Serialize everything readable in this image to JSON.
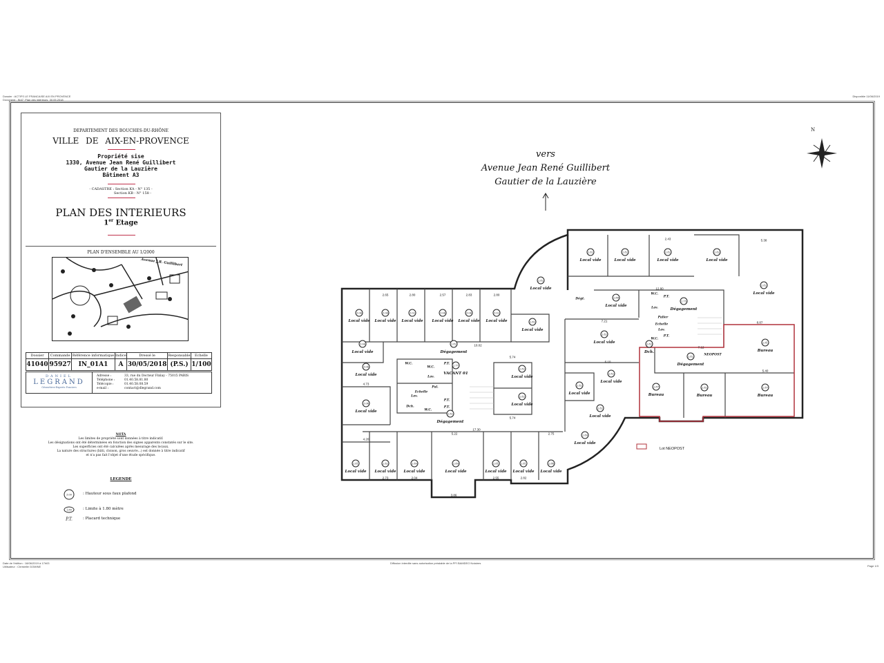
{
  "header": {
    "dossier": "Dossier : ACTIFS LE FRANCAISE AIX EN PROVENCE",
    "document": "Document : IN47_Plan des intérieurs_30.05.2018",
    "disponible": "Disponible 11/06/2019"
  },
  "footer": {
    "date": "Date de l'édition : 18/06/2019 à 17h03",
    "user": "Utilisateur : Christelle GOMINE",
    "notice": "Diffusion interdite sans autorisation préalable de la PFI BAMDEO Notaires",
    "page": "Page 1/3"
  },
  "cartouche": {
    "departement": "DEPARTEMENT DES BOUCHES-DU-RHÔNE",
    "ville": "VILLE DE AIX-EN-PROVENCE",
    "propriete": "Propriété sise",
    "adresse1": "1330, Avenue Jean René Guillibert",
    "adresse2": "Gautier de la Lauzière",
    "batiment": "Bâtiment A3",
    "cadastre1": "- CADASTRE : Section KA - N° 135 -",
    "cadastre2": "Section KB - N° 158 -",
    "titre": "PLAN DES INTERIEURS",
    "etage_num": "1",
    "etage_sup": "er",
    "etage": "Etage",
    "ensemble": "PLAN D'ENSEMBLE AU 1/2000",
    "map_street": "Avenue J.R. Guillibert"
  },
  "table": {
    "headers": [
      "Dossier",
      "Commande",
      "Référence informatique",
      "Indice",
      "Dressé le",
      "Responsable",
      "Echelle"
    ],
    "values": [
      "41040",
      "95927",
      "IN_01A1",
      "A",
      "30/05/2018",
      "(P.S.)",
      "1/100"
    ]
  },
  "legrand": {
    "name1": "DANIEL",
    "name2": "LEGRAND",
    "sub": "Géomètres-Experts Fonciers",
    "labels": [
      "Adresse :",
      "Téléphone :",
      "Télécopie :",
      "e-mail :"
    ],
    "values": [
      "33, rue du Docteur Finlay - 75015 PARIS",
      "01.40.58.81.80",
      "01.40.58.08.59",
      "contact@dlegrand.com"
    ]
  },
  "nota": {
    "title": "NOTA",
    "lines": [
      "Les limites de propriété sont données à titre indicatif.",
      "Les désignations ont été déterminées en fonction des signes apparents constatés sur le site.",
      "Les superficies ont été calculées après mesurage des locaux.",
      "La nature des structures (bâti, cloison, gros oeuvre...) est donnée à titre indicatif",
      "et n'a pas fait l'objet d'une étude spécifique."
    ]
  },
  "legende": {
    "title": "LEGENDE",
    "items": [
      {
        "symbol": "3.00",
        "text": ": Hauteur sous faux plafond"
      },
      {
        "symbol": "1.80",
        "text": ": Limite à 1.80 mètre"
      },
      {
        "symbol": "P.T.",
        "text": ": Placard technique"
      }
    ]
  },
  "vers": {
    "l1": "vers",
    "l2": "Avenue Jean René Guillibert",
    "l3": "Gautier de la Lauzière"
  },
  "north": "N",
  "lot": {
    "label": "Lot NEOPOST",
    "color": "#b0303a"
  },
  "rooms": [
    {
      "label": "Local vide",
      "h": "3.04"
    },
    {
      "label": "Local vide",
      "h": "3.04"
    },
    {
      "label": "Local vide",
      "h": "3.02"
    },
    {
      "label": "Local vide",
      "h": "3.04"
    },
    {
      "label": "Local vide",
      "h": "3.04"
    },
    {
      "label": "Local vide",
      "h": "3.02"
    },
    {
      "label": "Local vide",
      "h": "2.82"
    },
    {
      "label": "Local vide",
      "h": "3.04"
    },
    {
      "label": "Local vide",
      "h": "3.04"
    },
    {
      "label": "Local vide",
      "h": "3.04"
    },
    {
      "label": "VACANT 01",
      "h": "2.77"
    },
    {
      "label": "Local vide",
      "h": "2.82"
    },
    {
      "label": "Local vide",
      "h": "2.82"
    },
    {
      "label": "Dégagement",
      "h": "2.82"
    },
    {
      "label": "Dégagement",
      "h": "2.82"
    },
    {
      "label": "Local vide",
      "h": "2.81"
    },
    {
      "label": "Local vide",
      "h": "2.82"
    },
    {
      "label": "Local vide",
      "h": "2.80"
    },
    {
      "label": "Local vide",
      "h": "2.80"
    },
    {
      "label": "Local vide",
      "h": "2.81"
    },
    {
      "label": "Local vide",
      "h": "2.81"
    },
    {
      "label": "Local vide",
      "h": "2.84"
    },
    {
      "label": "Local vide",
      "h": "2.80"
    },
    {
      "label": "Local vide",
      "h": "2.82"
    },
    {
      "label": "Local vide",
      "h": "2.82"
    },
    {
      "label": "Local vide",
      "h": "2.82"
    },
    {
      "label": "Local vide",
      "h": "2.82"
    },
    {
      "label": "Local vide",
      "h": "2.82"
    },
    {
      "label": "Local vide",
      "h": "2.82"
    },
    {
      "label": "Local vide",
      "h": "2.88"
    },
    {
      "label": "Local vide",
      "h": "2.82"
    },
    {
      "label": "Local vide",
      "h": "2.82"
    },
    {
      "label": "Local vide",
      "h": "2.82"
    },
    {
      "label": "Local vide",
      "h": "2.82"
    },
    {
      "label": "Dégagement",
      "h": "2.75"
    },
    {
      "label": "Bureau",
      "h": "2.81"
    },
    {
      "label": "Dégagement",
      "h": "2.82"
    },
    {
      "label": "Dch.",
      "h": "2.82"
    },
    {
      "label": "Bureau",
      "h": "2.87"
    },
    {
      "label": "Bureau",
      "h": "2.82"
    },
    {
      "label": "Bureau",
      "h": "2.87"
    }
  ],
  "small_labels": [
    "W.C.",
    "W.C.",
    "Lav.",
    "Pal.",
    "Lav.",
    "Dch.",
    "W.C.",
    "P.T.",
    "P.T.",
    "P.T.",
    "Dégt.",
    "W.C.",
    "Lav.",
    "Palier",
    "Lav.",
    "W.C.",
    "P.T.",
    "P.T.",
    "NEOPOST",
    "Echelle",
    "Echelle"
  ],
  "dims": [
    "2.65",
    "2.80",
    "2.57",
    "2.83",
    "2.80",
    "10.02",
    "17.30",
    "5.22",
    "3.86",
    "5.74",
    "5.74",
    "12.80",
    "2.43",
    "5.38",
    "8.87",
    "7.21",
    "6.10",
    "4.73",
    "4.20",
    "2.73",
    "2.04",
    "2.55",
    "2.82",
    "2.75",
    "5.40",
    "7.12"
  ]
}
